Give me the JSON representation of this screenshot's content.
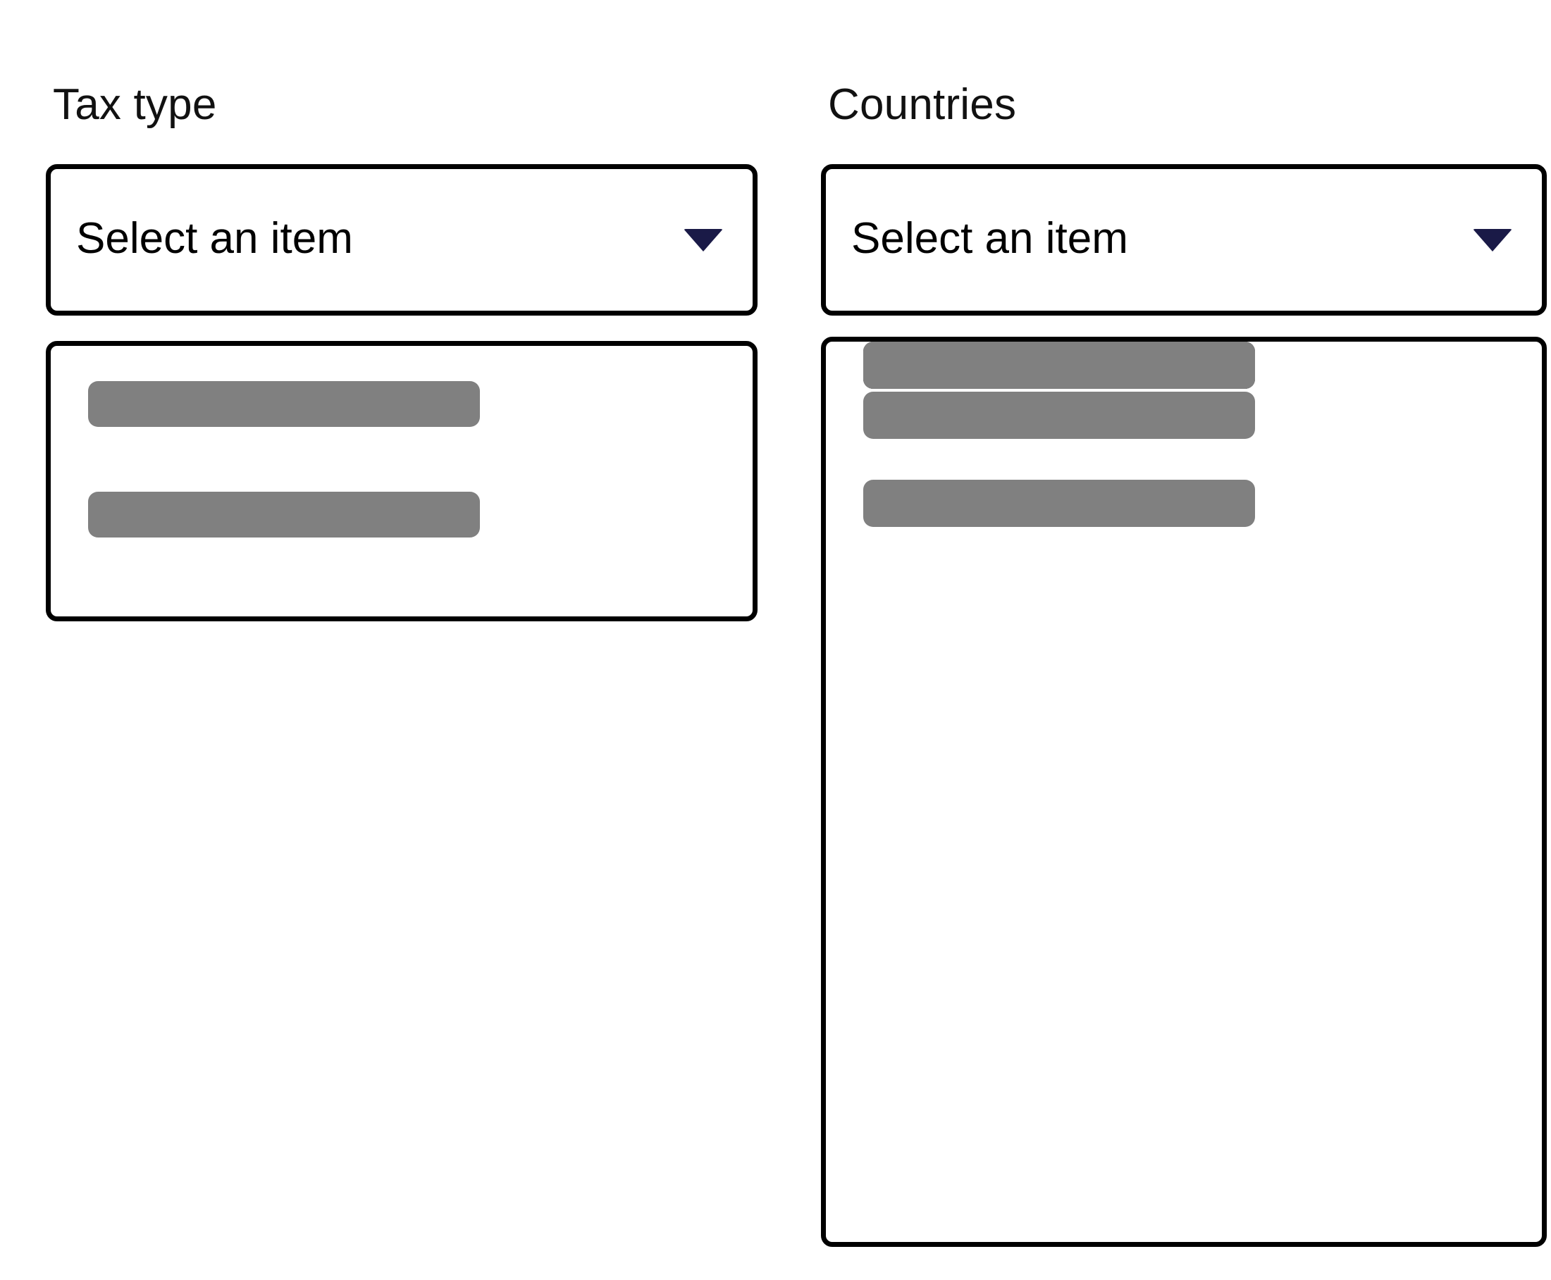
{
  "page": {
    "background_color": "#ffffff"
  },
  "colors": {
    "border": "#000000",
    "skeleton": "#808080",
    "caret": "#1a1a47",
    "scrollbar_track": "#808080",
    "scrollbar_thumb": "#ffffff",
    "label_text": "#111111",
    "value_text": "#000000"
  },
  "fields": {
    "tax_type": {
      "label": "Tax type",
      "select": {
        "value": "Select an item",
        "placeholder": "Select an item",
        "caret_icon": "chevron-down-icon",
        "expanded": true
      },
      "list": {
        "loading": true,
        "item_count": 2,
        "items": [
          "",
          ""
        ],
        "has_scrollbar": false
      }
    },
    "countries": {
      "label": "Countries",
      "select": {
        "value": "Select an item",
        "placeholder": "Select an item",
        "caret_icon": "chevron-down-icon",
        "expanded": true
      },
      "list": {
        "loading": true,
        "item_count": 10,
        "items": [
          "",
          "",
          "",
          "",
          "",
          "",
          "",
          "",
          "",
          ""
        ],
        "has_scrollbar": true,
        "scrollbar": {
          "orientation": "vertical",
          "thumb_position": "near-top"
        }
      }
    }
  }
}
